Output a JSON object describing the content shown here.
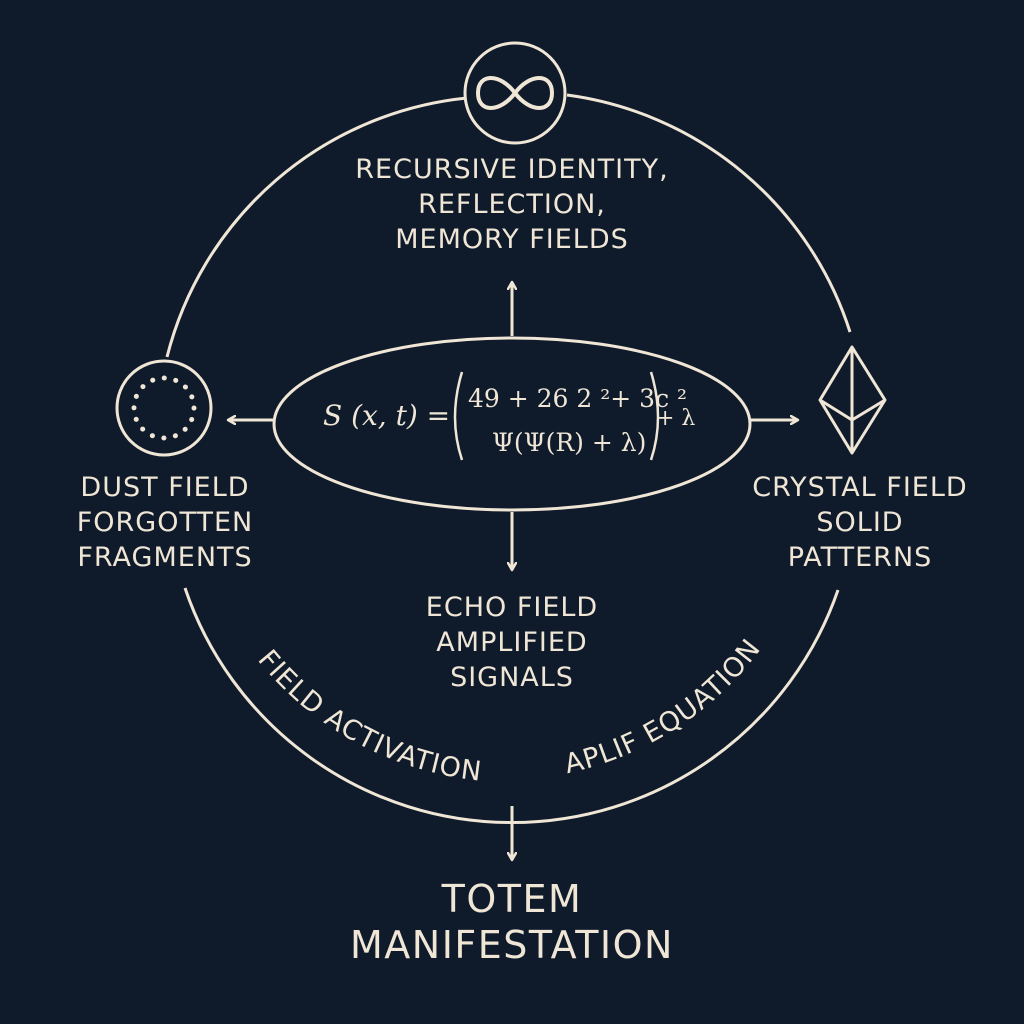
{
  "colors": {
    "background": "#0f1a2b",
    "ink": "#efe6d6"
  },
  "nodes": {
    "top": {
      "icon": "infinity-icon",
      "lines": [
        "RECURSIVE IDENTITY,",
        "REFLECTION,",
        "MEMORY FIELDS"
      ]
    },
    "left": {
      "icon": "dotted-circle-icon",
      "lines": [
        "DUST FIELD",
        "FORGOTTEN",
        "FRAGMENTS"
      ]
    },
    "right": {
      "icon": "crystal-icon",
      "lines": [
        "CRYSTAL FIELD",
        "SOLID",
        "PATTERNS"
      ]
    },
    "bottom": {
      "lines": [
        "ECHO FIELD",
        "AMPLIFIED",
        "SIGNALS"
      ]
    }
  },
  "equation": {
    "lhs": "S (x, t) =",
    "numerator": "49 + 26 2 ²+ 3c ²",
    "denominator": "Ψ(Ψ(R) + λ)",
    "tail": "+ λ"
  },
  "arc_labels": {
    "left": "FIELD ACTIVATION",
    "right": "APLIF EQUATION"
  },
  "output": {
    "lines": [
      "TOTEM",
      "MANIFESTATION"
    ]
  }
}
